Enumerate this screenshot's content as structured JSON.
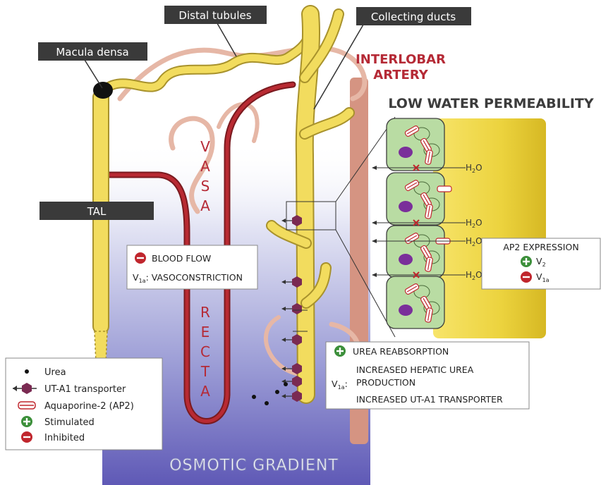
{
  "callouts": {
    "distal": "Distal tubules",
    "collecting": "Collecting ducts",
    "macula": "Macula densa",
    "tal": "TAL"
  },
  "interlobar": {
    "line1": "INTERLOBAR",
    "line2": "ARTERY"
  },
  "low_permeability": "LOW WATER PERMEABILITY",
  "vasa_letters": [
    "V",
    "A",
    "S",
    "A"
  ],
  "recta_letters": [
    "R",
    "E",
    "C",
    "T",
    "A"
  ],
  "water_label": "H",
  "water_sub": "2",
  "water_suffix": "O",
  "blood_box": {
    "item1": "BLOOD FLOW",
    "v": "V",
    "v_sub": "1a",
    "item2_suffix": ": VASOCONSTRICTION"
  },
  "ap2_box": {
    "title": "AP2 EXPRESSION",
    "v": "V",
    "v2_sub": "2",
    "v1a_sub": "1a"
  },
  "urea_box": {
    "item1": "UREA REABSORPTION",
    "v": "V",
    "v_sub": "1a",
    "colon": ":",
    "line1": "INCREASED HEPATIC UREA",
    "line2": "PRODUCTION",
    "line3": "INCREASED UT-A1 TRANSPORTER"
  },
  "legend": [
    {
      "symbol": "dot",
      "label": "Urea"
    },
    {
      "symbol": "hexagon-arrow",
      "label": "UT-A1 transporter"
    },
    {
      "symbol": "aquaporin",
      "label": "Aquaporine-2 (AP2)"
    },
    {
      "symbol": "plus-circle",
      "label": "Stimulated"
    },
    {
      "symbol": "minus-circle",
      "label": "Inhibited"
    }
  ],
  "osmotic_gradient": "OSMOTIC GRADIENT",
  "colors": {
    "tubule": "#f2dc5e",
    "tubule_outline": "#a8922c",
    "vessel": "#a8222a",
    "gradient_top": "#ffffff",
    "gradient_bottom": "#5a55b5",
    "cell_fill": "#b9dca3",
    "stimulated": "#3c8f3a",
    "inhibited": "#c0262d",
    "transporter": "#7a2a52",
    "callout": "#3a3a3a",
    "title_red": "#b52a36"
  }
}
